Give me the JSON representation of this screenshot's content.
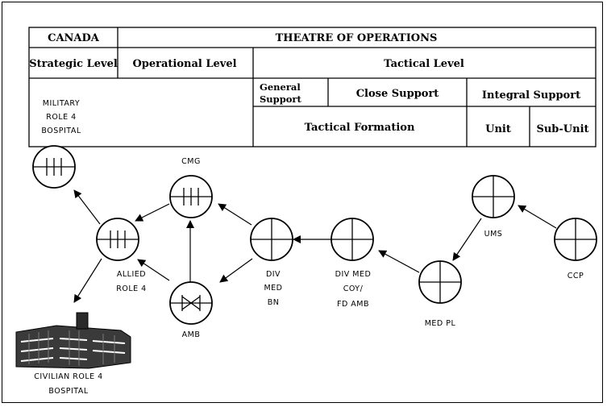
{
  "table": {
    "canada": "CANADA",
    "theatre": "THEATRE OF OPERATIONS",
    "strategic": "Strategic Level",
    "operational": "Operational Level",
    "tactical": "Tactical Level",
    "general_support_1": "General",
    "general_support_2": "Support",
    "close_support": "Close Support",
    "integral_support": "Integral Support",
    "tactical_formation": "Tactical Formation",
    "unit": "Unit",
    "sub_unit": "Sub-Unit"
  },
  "nodes": {
    "military_role4": [
      "MILITARY",
      "ROLE 4",
      "BOSPITAL"
    ],
    "cmg": [
      "CMG"
    ],
    "allied_role4": [
      "ALLIED",
      "ROLE 4"
    ],
    "amb": [
      "AMB"
    ],
    "div_med_bn": [
      "DIV",
      "MED",
      "BN"
    ],
    "div_med_coy": [
      "DIV MED",
      "COY/",
      "FD AMB"
    ],
    "med_pl": [
      "MED PL"
    ],
    "ums": [
      "UMS"
    ],
    "ccp": [
      "CCP"
    ],
    "civilian_role4": [
      "CIVILIAN ROLE 4",
      "BOSPITAL"
    ]
  }
}
